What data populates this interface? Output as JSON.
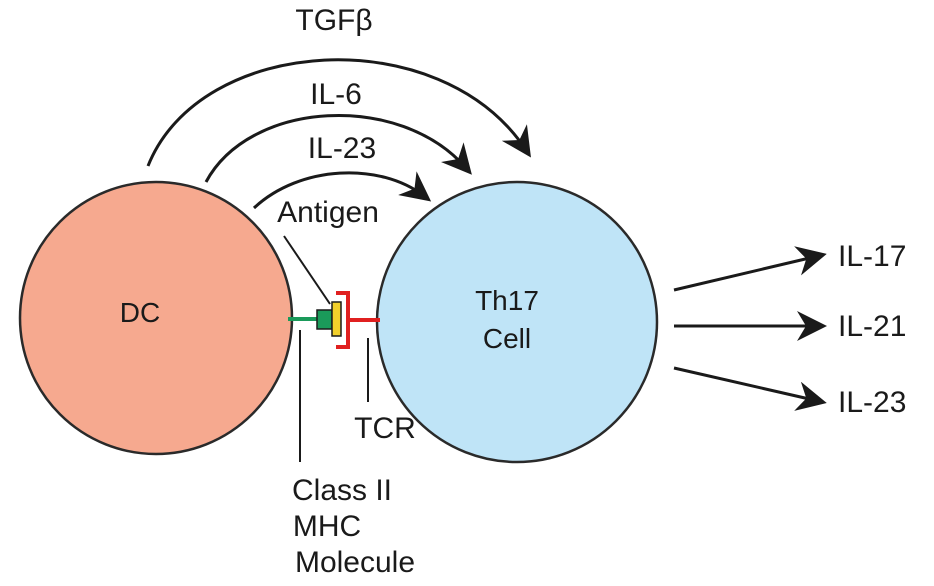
{
  "cells": {
    "dc": {
      "label": "DC",
      "color": "#f6a98f"
    },
    "th17": {
      "line1": "Th17",
      "line2": "Cell",
      "color": "#bfe4f7"
    }
  },
  "signals": {
    "tgf": "TGFβ",
    "il6": "IL-6",
    "il23": "IL-23"
  },
  "labels": {
    "antigen": "Antigen",
    "tcr": "TCR",
    "mhc_line1": "Class II",
    "mhc_line2": "MHC",
    "mhc_line3": "Molecule"
  },
  "outputs": [
    "IL-17",
    "IL-21",
    "IL-23"
  ],
  "colors": {
    "mhc_green": "#1a9a5a",
    "antigen_yellow": "#f2d02b",
    "tcr_red": "#e02020",
    "stroke": "#1a1a1a"
  }
}
